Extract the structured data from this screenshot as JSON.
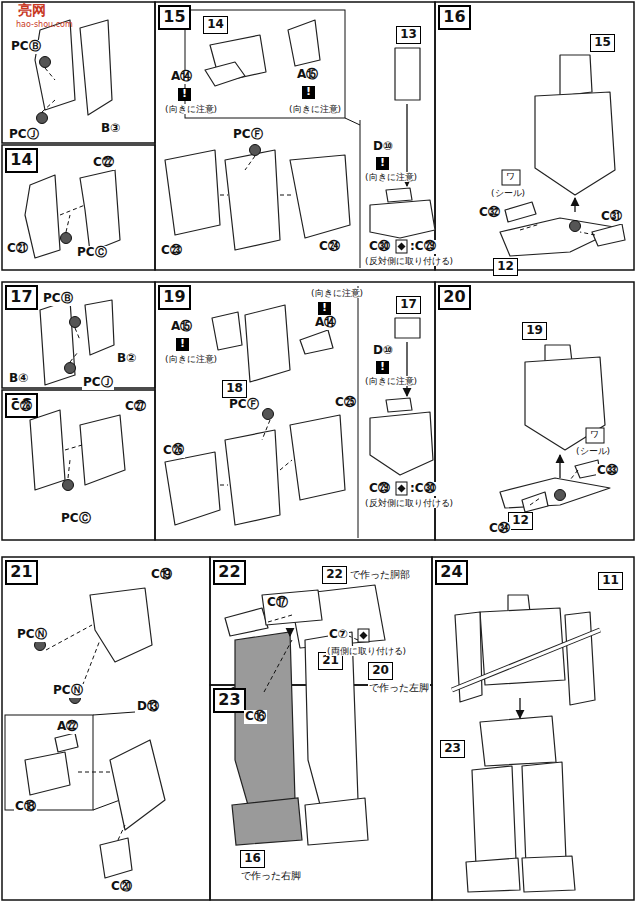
{
  "diagram": {
    "nodes": [
      {
        "text": [
          "14"
        ]
      },
      {
        "text": [
          "15"
        ]
      },
      {
        "text": [
          "16"
        ]
      },
      {
        "text": [
          "14"
        ]
      },
      {
        "text": [
          "13"
        ]
      },
      {
        "text": [
          "15"
        ]
      },
      {
        "text": [
          "12"
        ]
      },
      {
        "text": [
          "17"
        ]
      },
      {
        "text": [
          "18"
        ]
      },
      {
        "text": [
          "19"
        ]
      },
      {
        "text": [
          "20"
        ]
      },
      {
        "text": [
          "18"
        ]
      },
      {
        "text": [
          "17"
        ]
      },
      {
        "text": [
          "19"
        ]
      },
      {
        "text": [
          "12"
        ]
      },
      {
        "text": [
          "21"
        ]
      },
      {
        "text": [
          "22"
        ]
      },
      {
        "text": [
          "23"
        ]
      },
      {
        "text": [
          "24"
        ]
      },
      {
        "text": [
          "21"
        ]
      },
      {
        "text": [
          "22",
          "で作った胴部"
        ]
      },
      {
        "text": [
          "20",
          "で作った左脚"
        ]
      },
      {
        "text": [
          "16",
          "で作った右脚"
        ]
      },
      {
        "text": [
          "11"
        ]
      },
      {
        "text": [
          "23"
        ]
      }
    ],
    "labels": [
      "亮网",
      "hao-shou.com",
      "PCⒷ",
      "PCⒿ",
      "B③",
      "C㉒",
      "C㉑",
      "PCⒸ",
      "A⑭",
      "!",
      "(向きに注意)",
      "A⑮",
      "!",
      "(向きに注意)",
      "PCⒻ",
      "C㉓",
      "C㉔",
      "D⑩",
      "!",
      "(向きに注意)",
      "C㉚",
      ":C㉙",
      "(反対側に取り付ける)",
      "ワ",
      "(シール)",
      "C㉜",
      "C㉛",
      "PCⒷ",
      "B②",
      "B④",
      "PCⒿ",
      "C㉘",
      "C㉗",
      "PCⒸ",
      "(向きに注意)",
      "!",
      "A⑭",
      "A⑮",
      "!",
      "(向きに注意)",
      "PCⒻ",
      "C㉕",
      "C㉖",
      "D⑩",
      "!",
      "(向きに注意)",
      "C㉙",
      ":C㉚",
      "(反対側に取り付ける)",
      "ワ",
      "(シール)",
      "C㉝",
      "C㉞",
      "C⑲",
      "PCⓃ",
      "PCⓃ",
      "D⑬",
      "A㉒",
      "C⑱",
      "C⑳",
      "C⑰",
      "C⑯",
      "C⑦",
      "(両側に取り付ける)"
    ]
  }
}
